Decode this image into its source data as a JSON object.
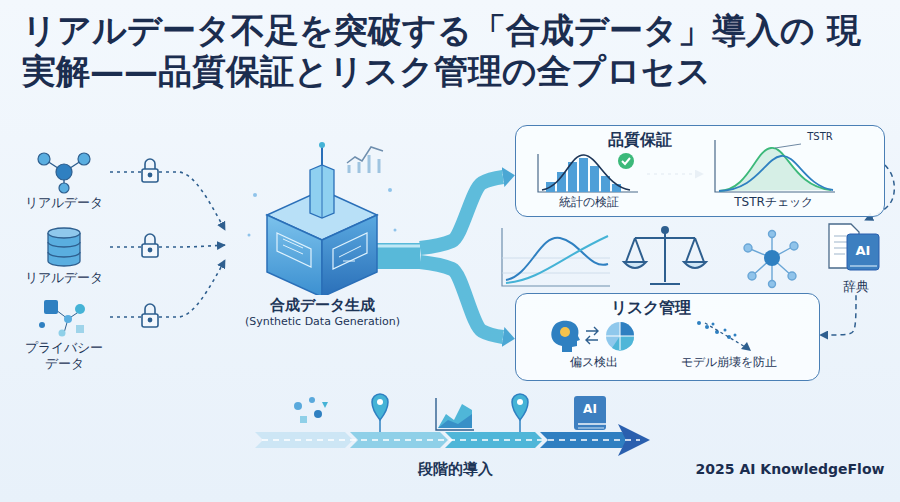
{
  "diagram": {
    "title": "リアルデータ不足を突破する「合成データ」導入の 現実解——品質保証とリスク管理の全プロセス",
    "nodes": [
      {
        "text": [
          "リアルデータ"
        ]
      },
      {
        "text": [
          "リアルデータ"
        ]
      },
      {
        "text": [
          "プライバシー データ"
        ]
      },
      {
        "text": [
          "合成データ生成",
          "(Synthetic Data Generation)"
        ]
      },
      {
        "text": [
          "品質保証"
        ]
      },
      {
        "text": [
          "統計の検証"
        ],
        "in": 4
      },
      {
        "text": [
          "TSTRチェック"
        ],
        "in": 4
      },
      {
        "text": [
          "リスク管理"
        ]
      },
      {
        "text": [
          "偏ス検出"
        ],
        "in": 7
      },
      {
        "text": [
          "モデル崩壊を防止"
        ],
        "in": 7
      },
      {
        "text": [
          "辞典"
        ]
      }
    ],
    "edges": [
      {
        "from": 0,
        "to": 3,
        "arrow": "to"
      },
      {
        "from": 1,
        "to": 3,
        "arrow": "to"
      },
      {
        "from": 2,
        "to": 3,
        "arrow": "to"
      },
      {
        "from": 3,
        "to": 4,
        "arrow": "to"
      },
      {
        "from": 3,
        "to": 7,
        "arrow": "to"
      },
      {
        "from": 5,
        "to": 6,
        "arrow": "to"
      },
      {
        "from": 4,
        "to": 10,
        "arrow": "to"
      },
      {
        "from": 10,
        "to": 7,
        "arrow": "to"
      }
    ],
    "labels": [
      "TSTR",
      "AI",
      "AI",
      "段階的導入",
      "2025 AI KnowledgeFlow"
    ]
  }
}
